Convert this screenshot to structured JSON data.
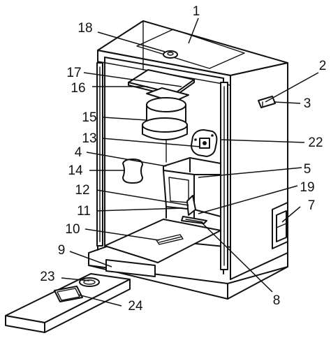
{
  "labels": {
    "l1": "1",
    "l2": "2",
    "l3": "3",
    "l4": "4",
    "l5": "5",
    "l7": "7",
    "l8": "8",
    "l9": "9",
    "l10": "10",
    "l11": "11",
    "l12": "12",
    "l13": "13",
    "l14": "14",
    "l15": "15",
    "l16": "16",
    "l17": "17",
    "l18": "18",
    "l19": "19",
    "l22": "22",
    "l23": "23",
    "l24": "24"
  }
}
